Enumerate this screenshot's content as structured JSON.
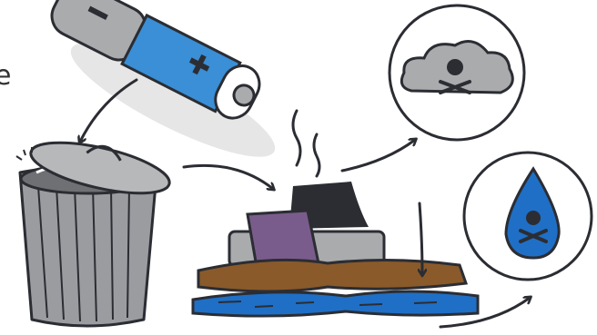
{
  "illustration": {
    "left_edge_fragment": "e",
    "components": [
      {
        "id": "battery",
        "icon": "battery-icon",
        "polarity_marks": [
          "-",
          "+"
        ],
        "body_color": "#3a8fd6"
      },
      {
        "id": "trash-can",
        "icon": "trash-can-icon",
        "body_color": "#9a9ca0"
      },
      {
        "id": "landfill",
        "icon": "landfill-pile-icon",
        "soil_color": "#8a5a2b",
        "water_color": "#1f6fc6"
      },
      {
        "id": "toxic-air",
        "icon": "toxic-cloud-icon",
        "cloud_color": "#a9abad"
      },
      {
        "id": "toxic-water",
        "icon": "toxic-water-drop-icon",
        "drop_color": "#1f6fc6"
      }
    ],
    "flows": [
      {
        "from": "battery",
        "to": "trash-can"
      },
      {
        "from": "trash-can",
        "to": "landfill"
      },
      {
        "from": "landfill",
        "to": "toxic-air"
      },
      {
        "from": "landfill",
        "to": "groundwater"
      },
      {
        "from": "landfill",
        "to": "toxic-water"
      }
    ]
  }
}
